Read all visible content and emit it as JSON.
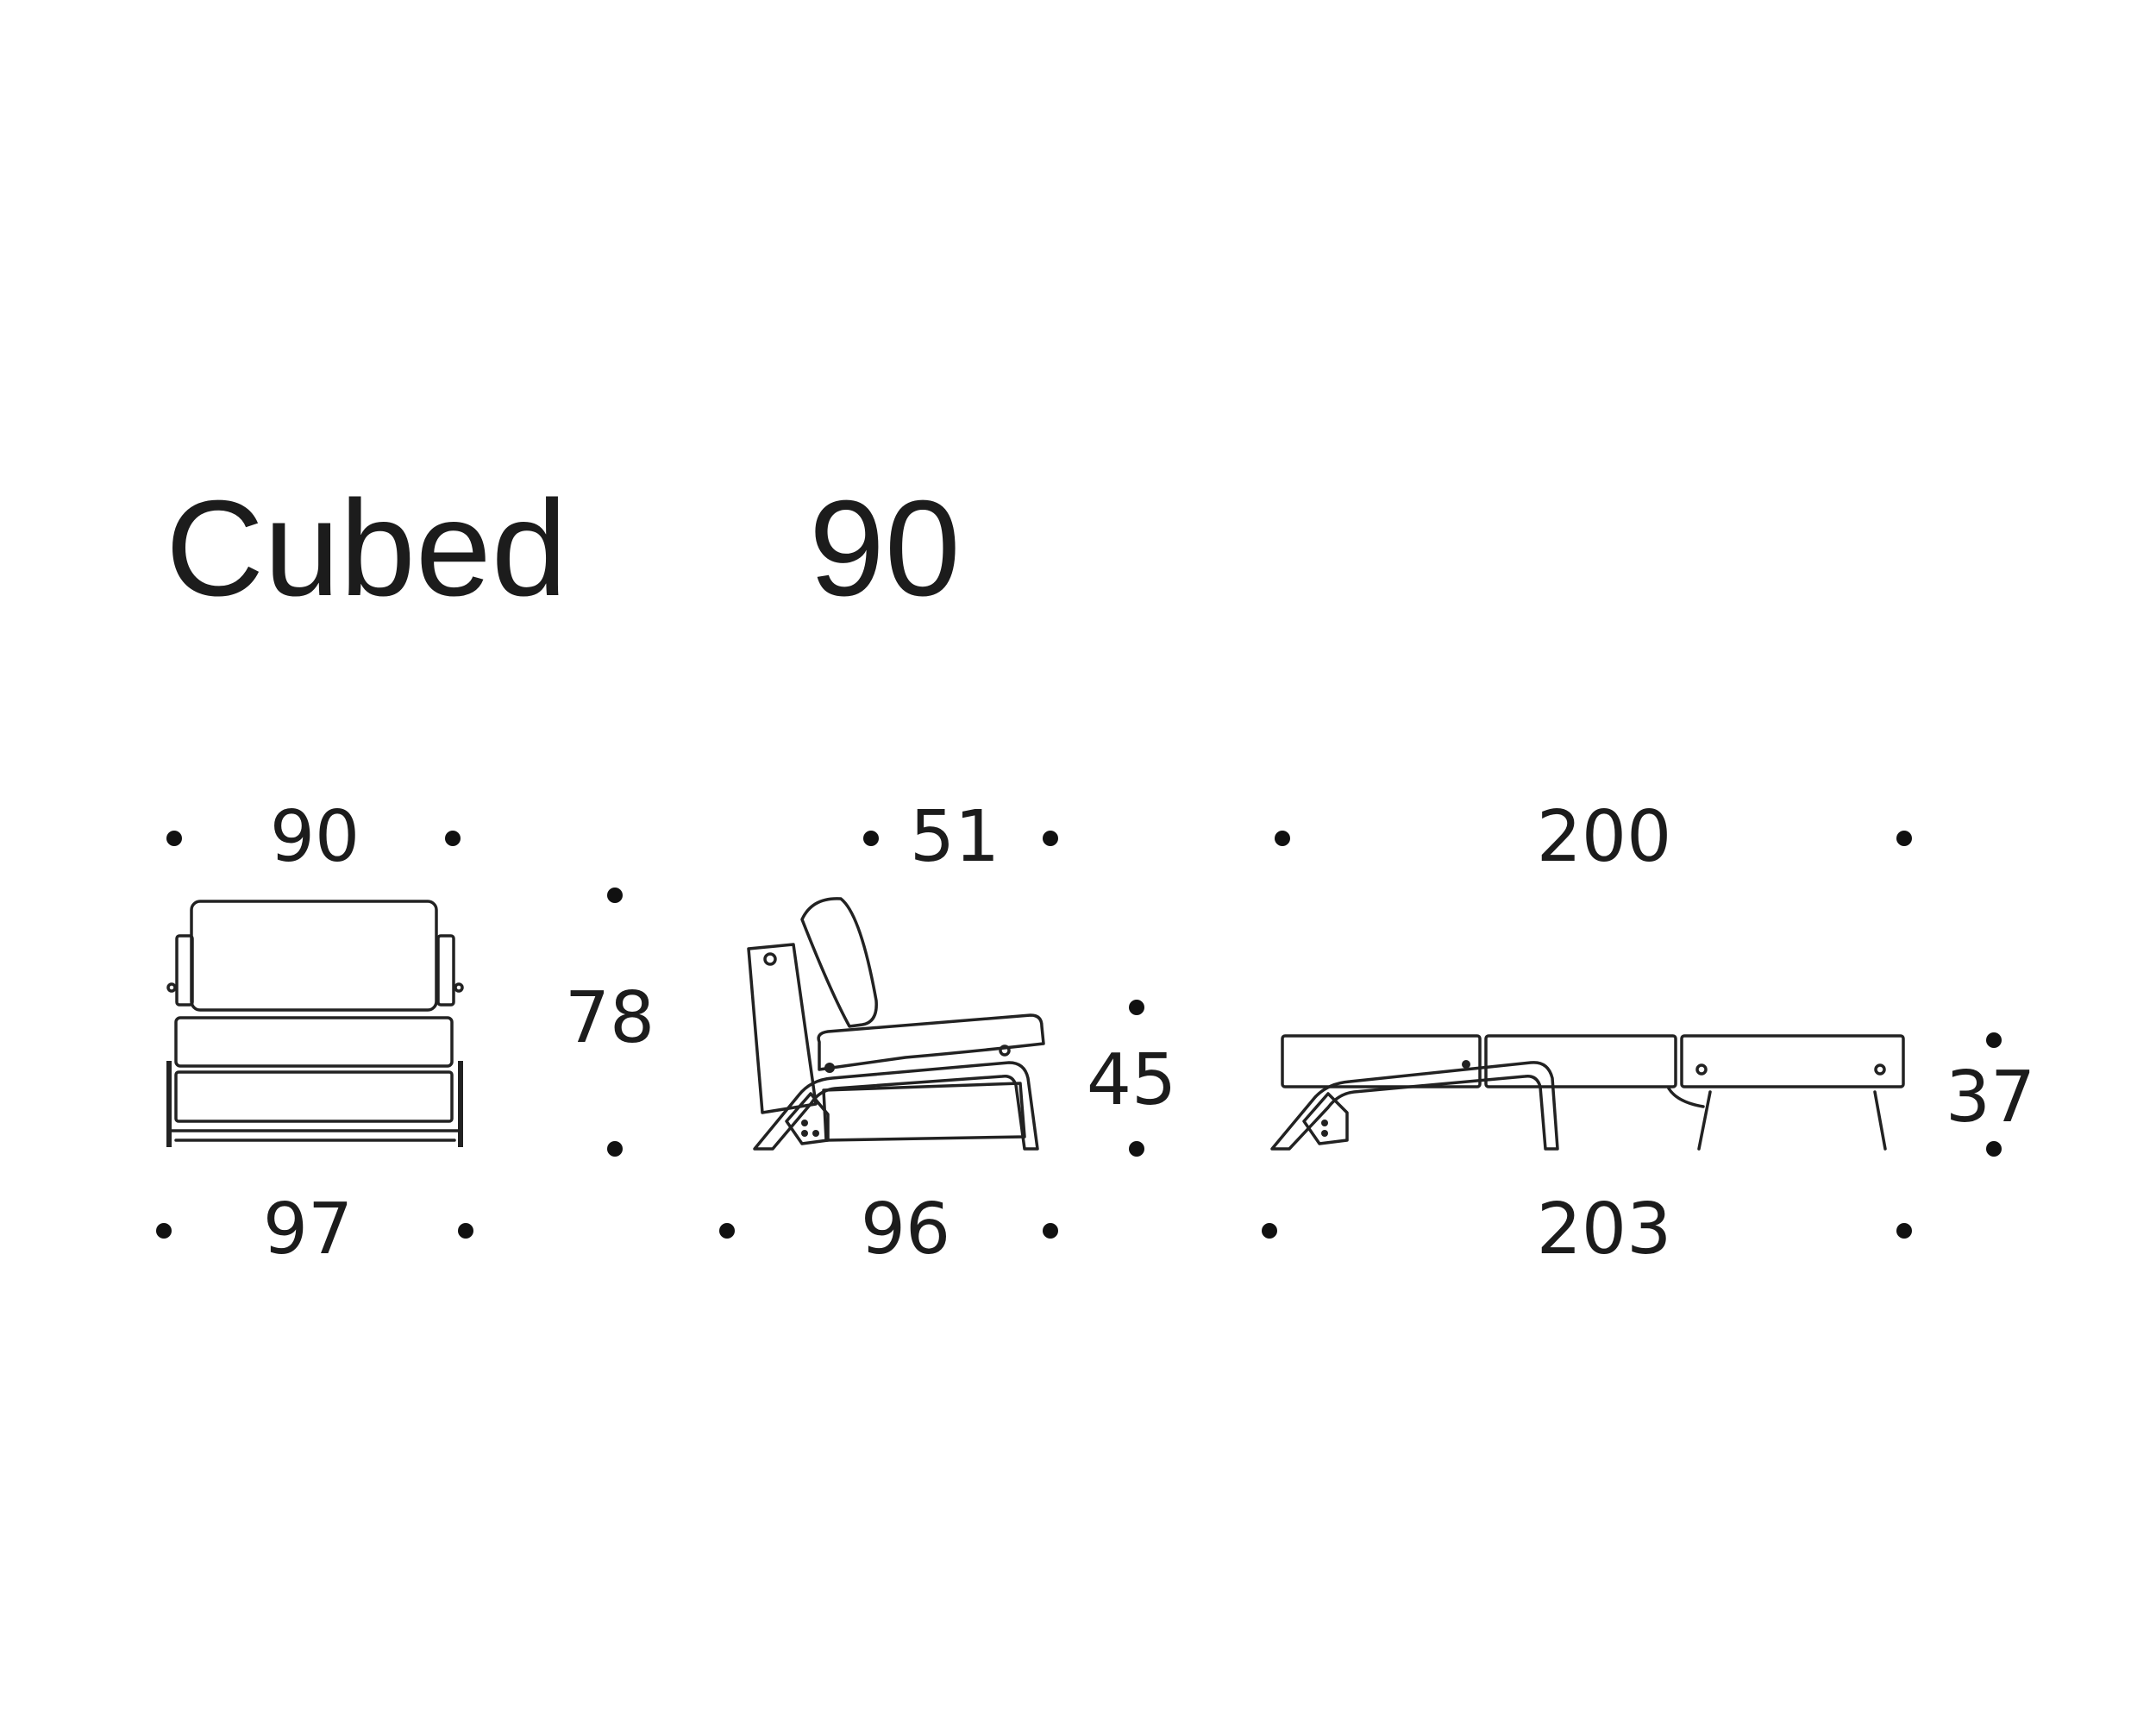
{
  "title": {
    "name": "Cubed",
    "size": "90"
  },
  "front_view": {
    "width_top": "90",
    "width_bottom": "97",
    "height": "78"
  },
  "side_view": {
    "seat_depth": "51",
    "depth": "96",
    "seat_height": "45"
  },
  "bed_view": {
    "length_top": "200",
    "length_bottom": "203",
    "height": "37"
  },
  "colors": {
    "ink": "#1c1c1c",
    "background": "#ffffff"
  }
}
